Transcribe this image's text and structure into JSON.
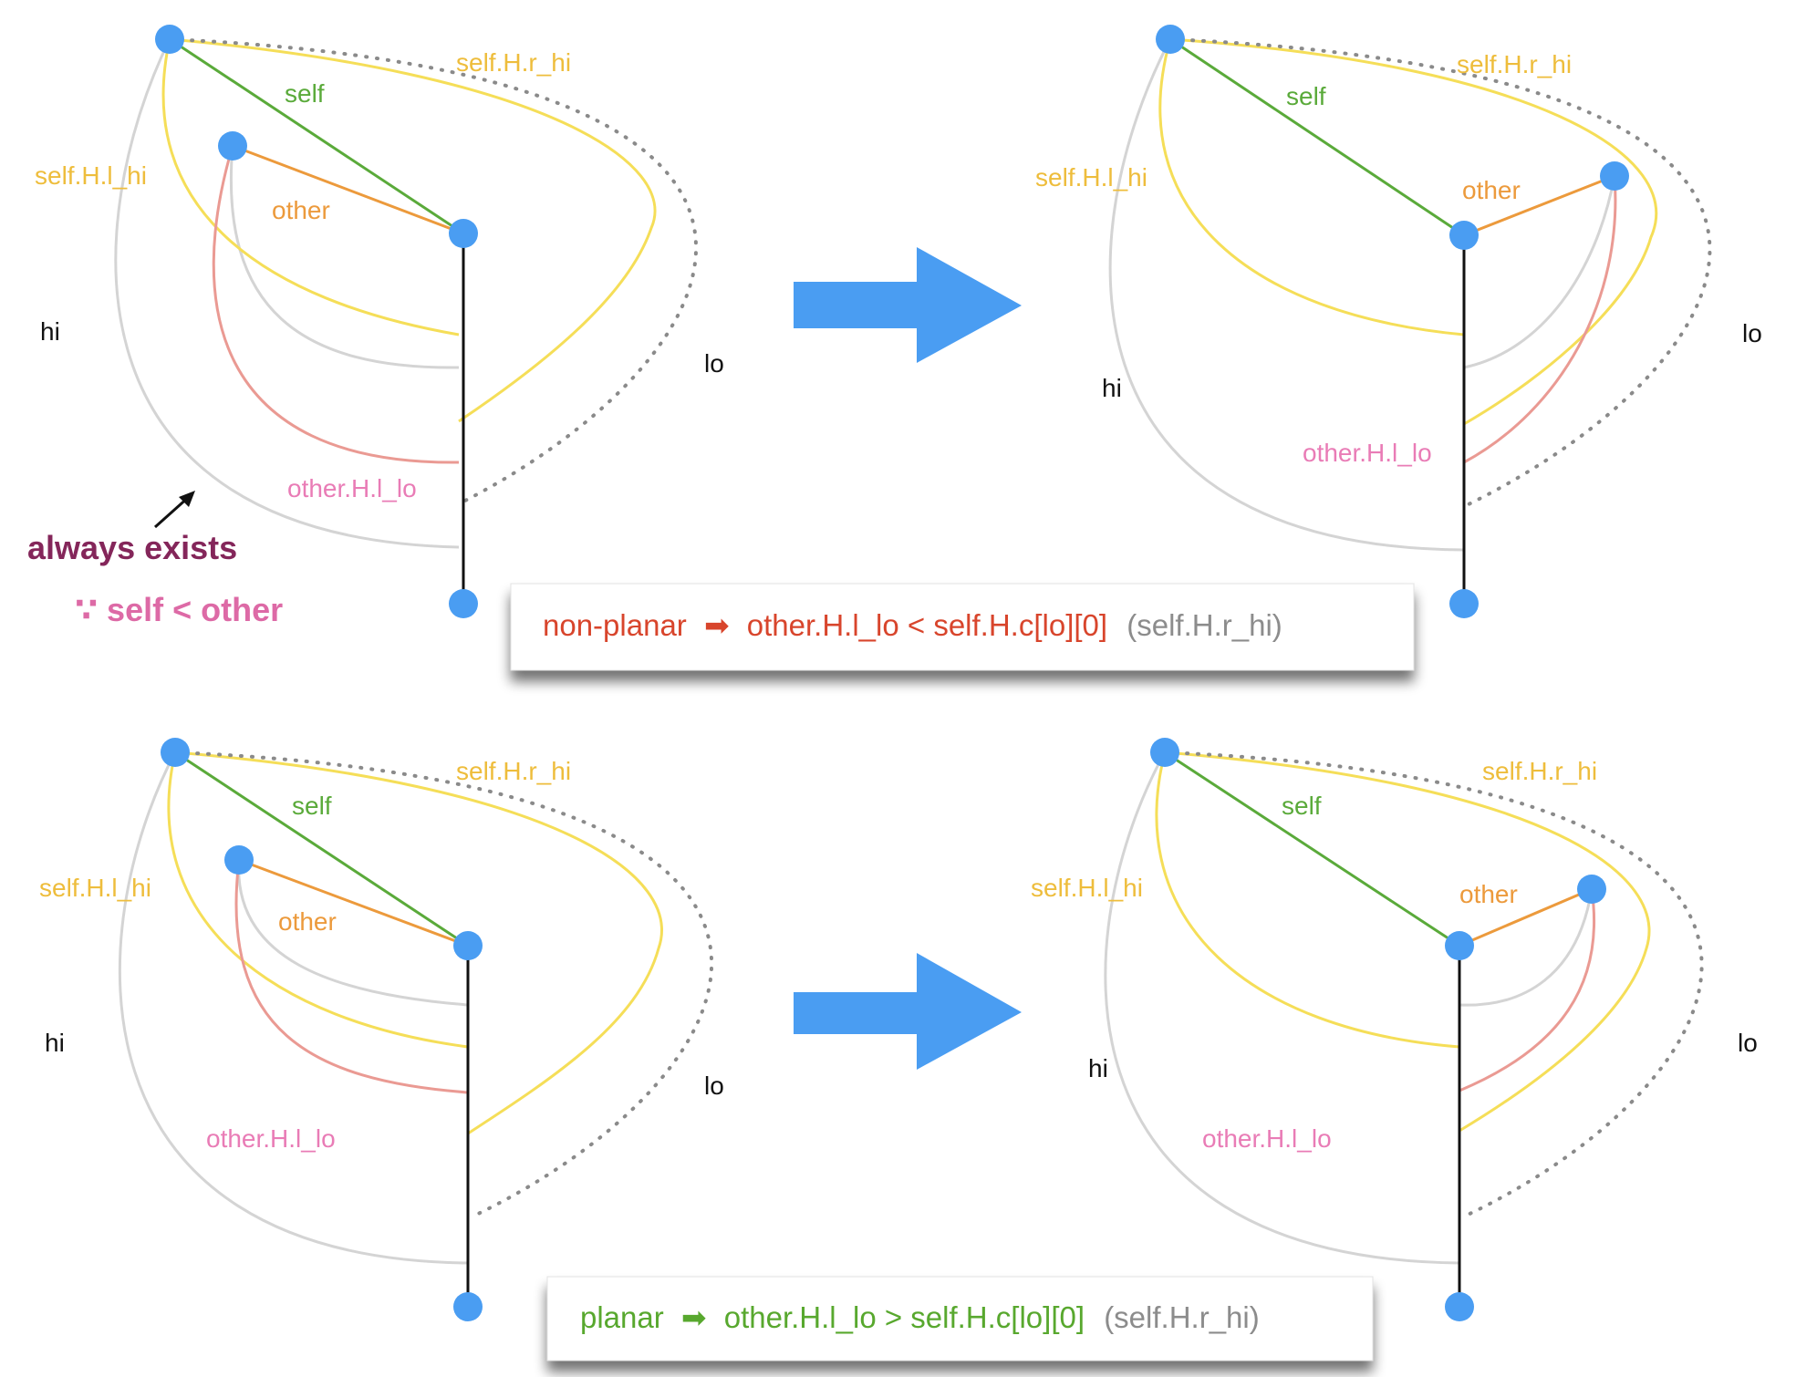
{
  "colors": {
    "self": "#5aaa3a",
    "other": "#ec9a3c",
    "yellow_label": "#eebd3c",
    "yellow_line": "#f5de58",
    "pink_label": "#e97cb6",
    "pink_line": "#ea9a93",
    "gray_line": "#d4d4d4",
    "dotted": "#8a8a8a",
    "node": "#4a9df2",
    "arrow": "#4a9df2",
    "always": "#84265a",
    "because": "#dd6aa6",
    "nonplanar": "#d8452c",
    "planar": "#58a82e",
    "gray_text": "#8c8c8c"
  },
  "panels": {
    "tl": {
      "self": "self",
      "other": "other",
      "r_hi": "self.H.r_hi",
      "l_hi": "self.H.l_hi",
      "l_lo": "other.H.l_lo",
      "hi": "hi",
      "lo": "lo"
    },
    "tr": {
      "self": "self",
      "other": "other",
      "r_hi": "self.H.r_hi",
      "l_hi": "self.H.l_hi",
      "l_lo": "other.H.l_lo",
      "hi": "hi",
      "lo": "lo"
    },
    "bl": {
      "self": "self",
      "other": "other",
      "r_hi": "self.H.r_hi",
      "l_hi": "self.H.l_hi",
      "l_lo": "other.H.l_lo",
      "hi": "hi",
      "lo": "lo"
    },
    "br": {
      "self": "self",
      "other": "other",
      "r_hi": "self.H.r_hi",
      "l_hi": "self.H.l_hi",
      "l_lo": "other.H.l_lo",
      "hi": "hi",
      "lo": "lo"
    }
  },
  "annotation": {
    "always_exists": "always exists",
    "because": "∵ self < other"
  },
  "formula_top": {
    "prefix": "non-planar",
    "arrow": "➡",
    "expr": "other.H.l_lo < self.H.c[lo][0]",
    "note": "(self.H.r_hi)"
  },
  "formula_bottom": {
    "prefix": "planar",
    "arrow": "➡",
    "expr": "other.H.l_lo > self.H.c[lo][0]",
    "note": "(self.H.r_hi)"
  }
}
